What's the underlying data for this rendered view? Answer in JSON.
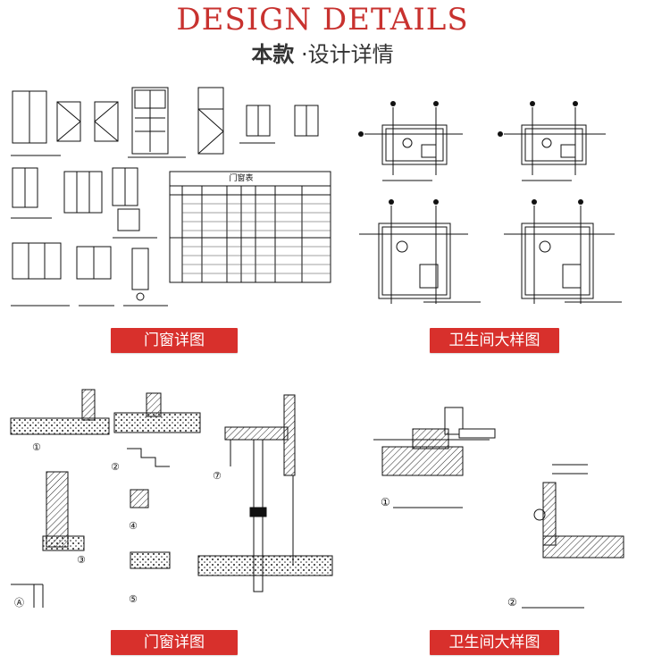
{
  "header": {
    "title_en": "DESIGN DETAILS",
    "title_zh_strong": "本款",
    "title_zh_rest": "·设计详情"
  },
  "buttons": {
    "door_window_top": "门窗详图",
    "bathroom_top": "卫生间大样图",
    "door_window_bottom": "门窗详图",
    "bathroom_bottom": "卫生间大样图"
  },
  "drawings": {
    "door_window_table_title": "门窗表",
    "detail_labels": [
      "①",
      "②",
      "③",
      "④",
      "⑤",
      "⑦",
      "Ⓐ"
    ],
    "bath_labels": [
      "①",
      "②"
    ]
  },
  "colors": {
    "accent": "#d8302c",
    "title": "#c8322f"
  }
}
